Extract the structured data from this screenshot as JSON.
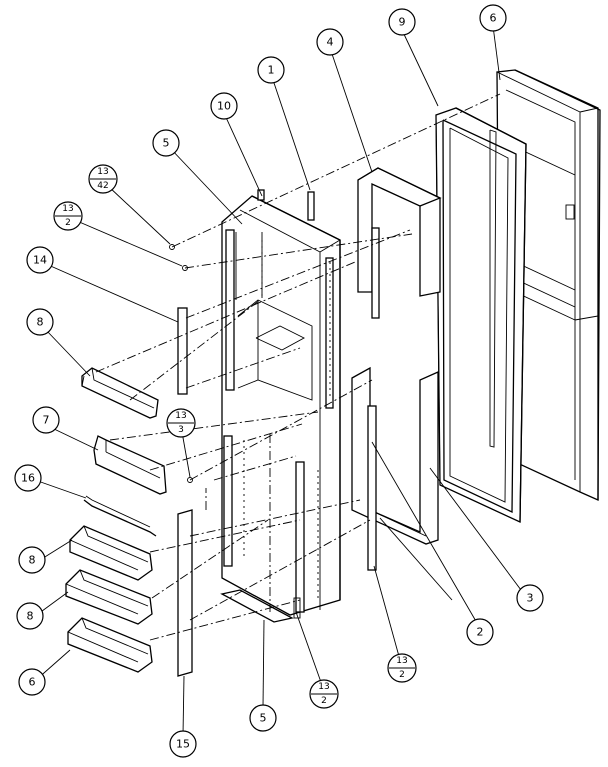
{
  "callouts": {
    "c9": "9",
    "c6_top": "6",
    "c4": "4",
    "c1": "1",
    "c10": "10",
    "c5_top": "5",
    "c13_42": {
      "num": "13",
      "den": "42"
    },
    "c13_2_top": {
      "num": "13",
      "den": "2"
    },
    "c14": "14",
    "c8_top": "8",
    "c7": "7",
    "c13_3": {
      "num": "13",
      "den": "3"
    },
    "c16": "16",
    "c8_mid1": "8",
    "c8_mid2": "8",
    "c6_bottom": "6",
    "c15": "15",
    "c5_bottom": "5",
    "c13_2_bl": {
      "num": "13",
      "den": "2"
    },
    "c13_2_br": {
      "num": "13",
      "den": "2"
    },
    "c2": "2",
    "c3": "3"
  }
}
